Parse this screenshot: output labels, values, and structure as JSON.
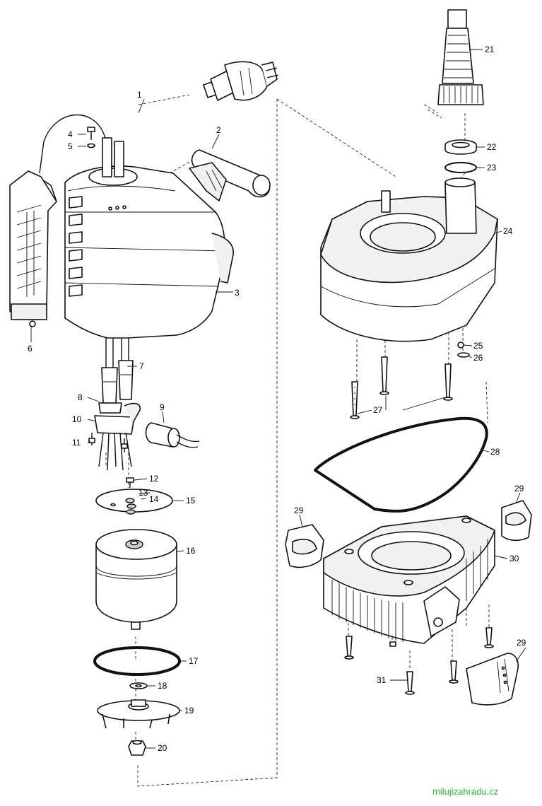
{
  "labels": [
    "1",
    "2",
    "3",
    "4",
    "5",
    "6",
    "7",
    "8",
    "9",
    "10",
    "11",
    "12",
    "13",
    "14",
    "15",
    "16",
    "17",
    "18",
    "19",
    "20",
    "21",
    "22",
    "23",
    "24",
    "25",
    "26",
    "27",
    "28",
    "29",
    "29",
    "29",
    "30",
    "31"
  ],
  "watermark": "milujizahradu.cz",
  "colors": {
    "line": "#111111",
    "watermark": "#22c32e"
  }
}
